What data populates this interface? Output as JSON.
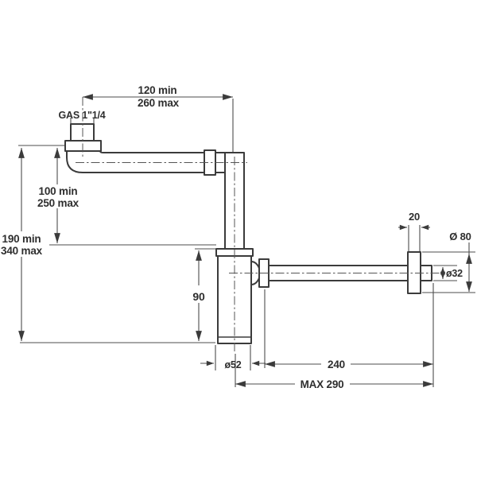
{
  "colors": {
    "line": "#3b3b3b",
    "text": "#2e2e2e",
    "background": "#ffffff"
  },
  "dimensions": {
    "top_span": {
      "min": "120 min",
      "max": "260 max"
    },
    "thread": "GAS 1\"1/4",
    "inlet_drop": {
      "min": "100 min",
      "max": "250 max"
    },
    "overall_height": {
      "min": "190 min",
      "max": "340 max"
    },
    "body_height": "90",
    "body_diameter": "ø52",
    "outlet_length": "240",
    "outlet_max_reach": "MAX 290",
    "rosette_thickness": "20",
    "rosette_diameter": "Ø 80",
    "outlet_pipe_diameter": "ø32"
  }
}
